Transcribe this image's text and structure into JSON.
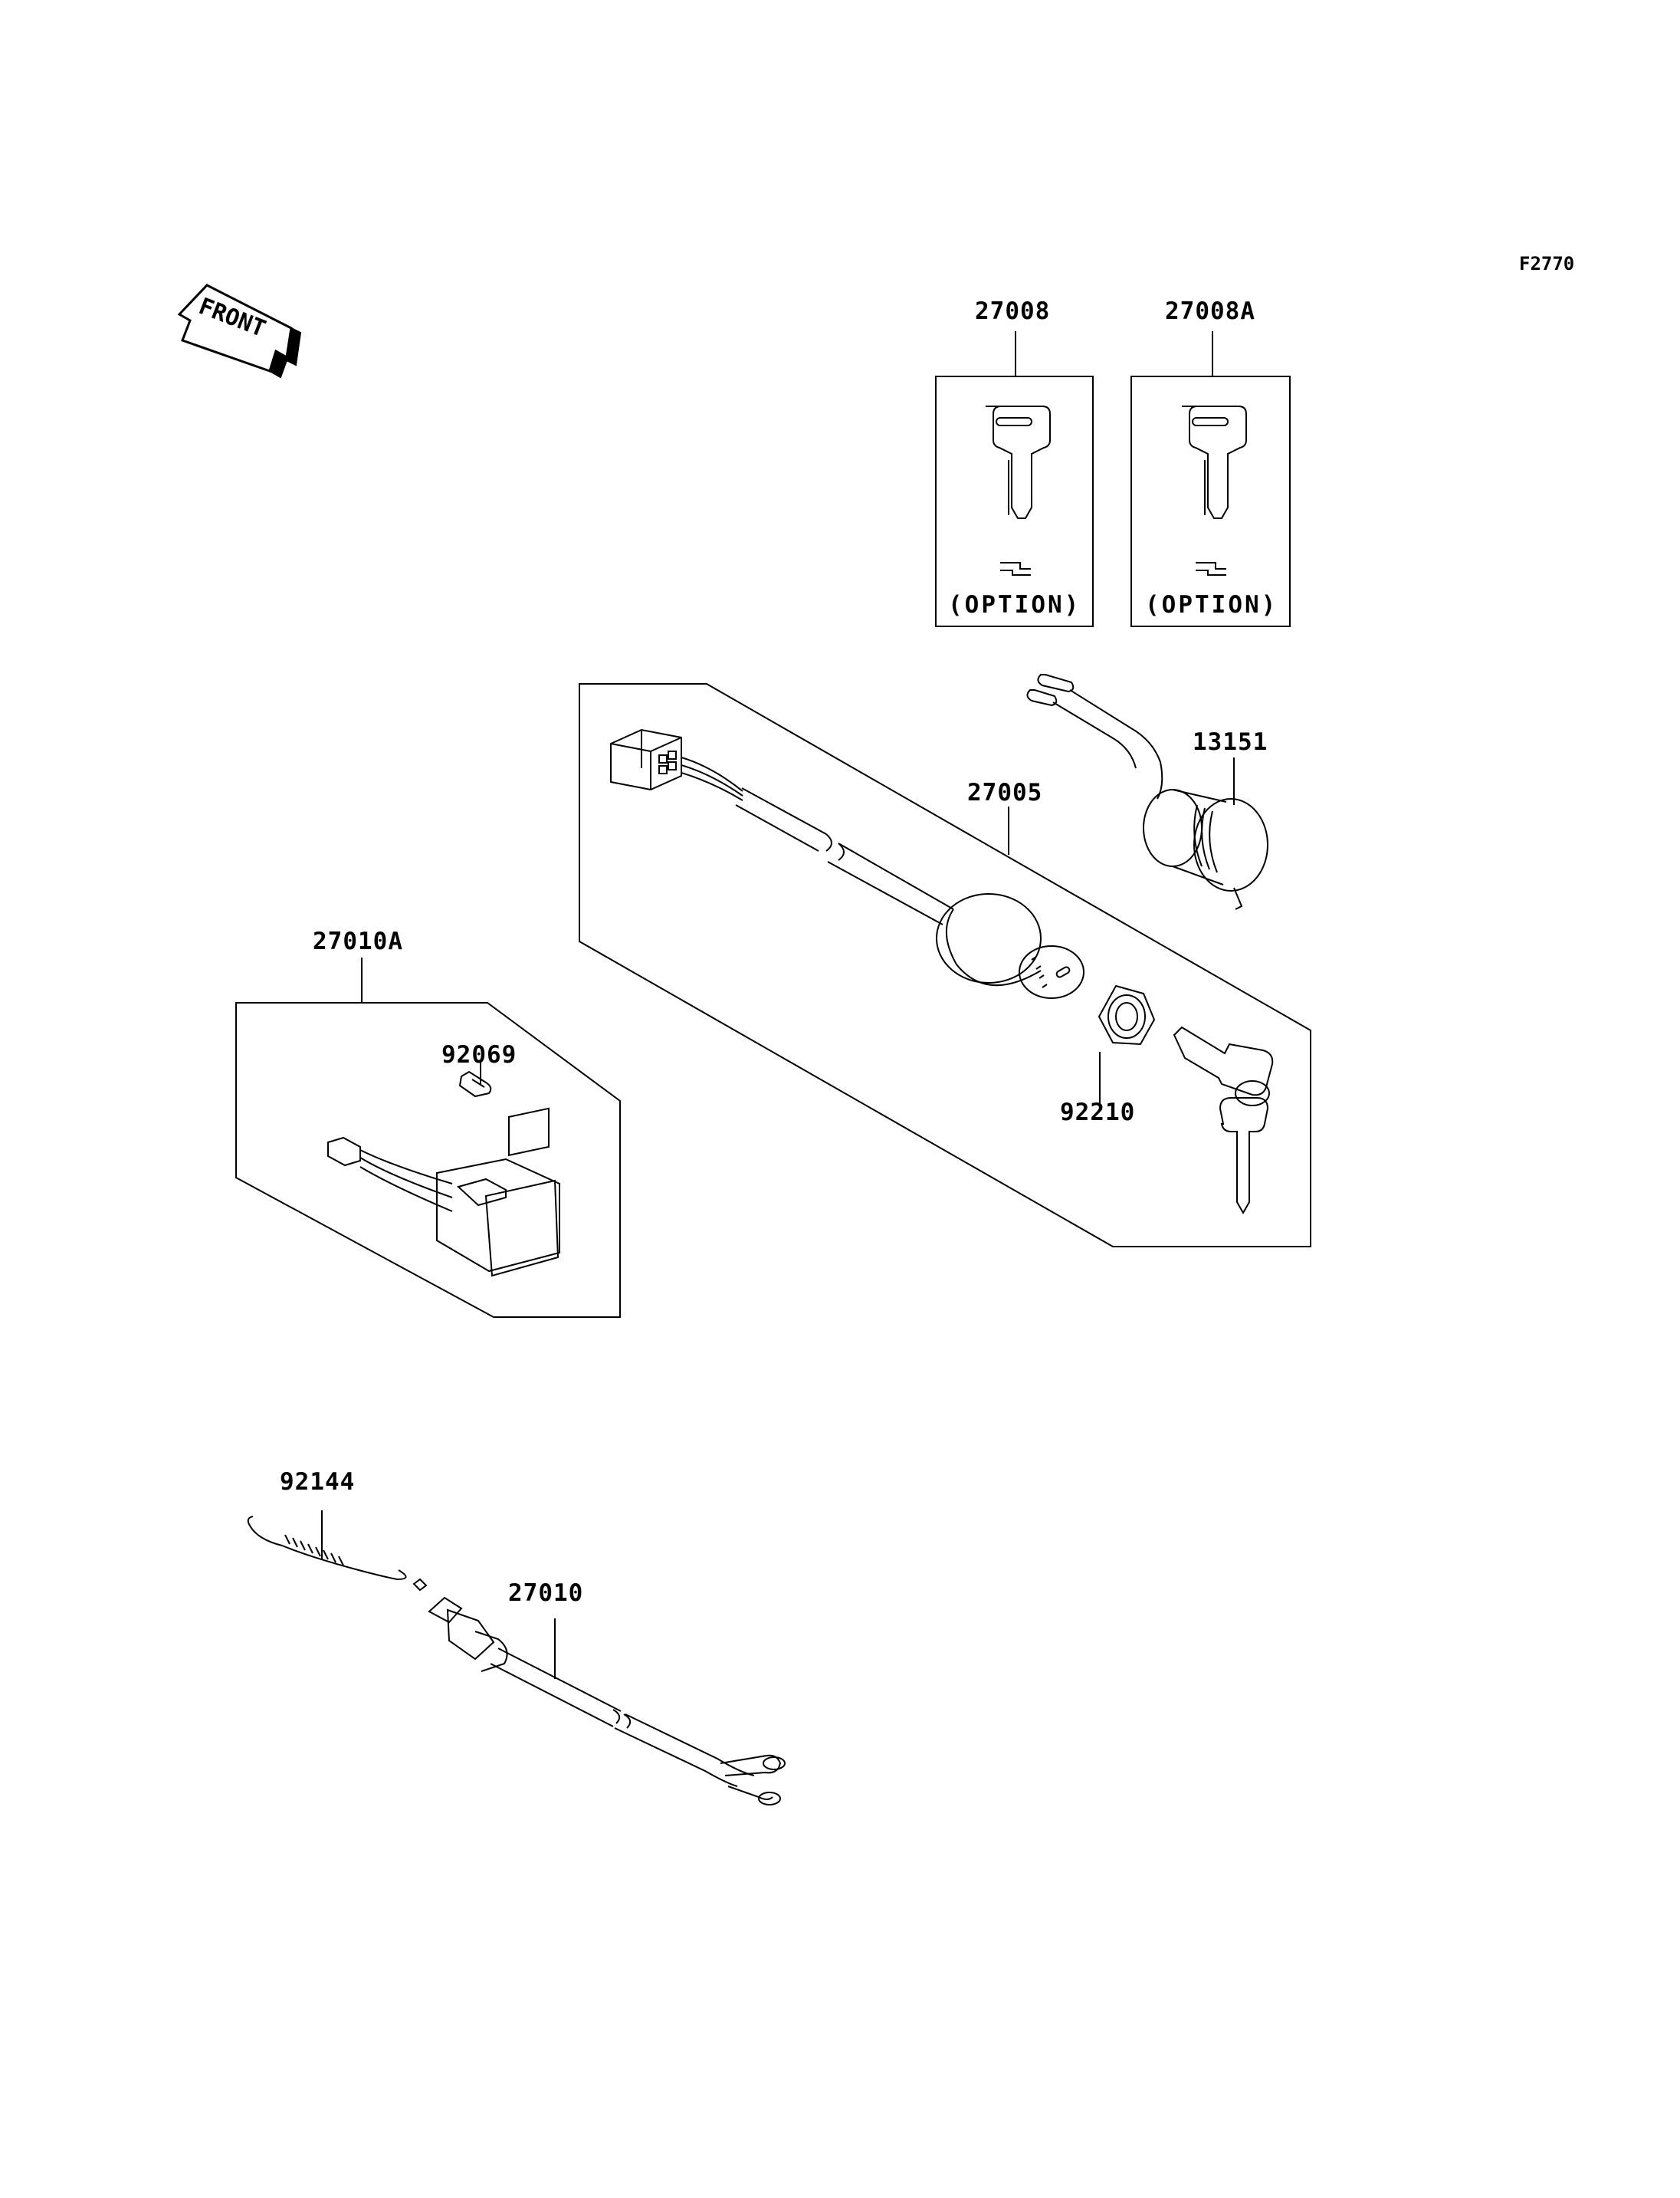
{
  "figure_id": "F2770",
  "front_arrow": "FRONT",
  "parts": {
    "p27008": "27008",
    "p27008A": "27008A",
    "p13151": "13151",
    "p27005": "27005",
    "p27010A": "27010A",
    "p92069": "92069",
    "p92210": "92210",
    "p92144": "92144",
    "p27010": "27010"
  },
  "option_note": "(OPTION)",
  "icons": [
    "front-arrow-icon",
    "key-icon",
    "ignition-switch-icon",
    "lock-nut-icon",
    "indicator-switch-icon",
    "bulb-icon",
    "spring-icon",
    "plunger-switch-icon"
  ]
}
